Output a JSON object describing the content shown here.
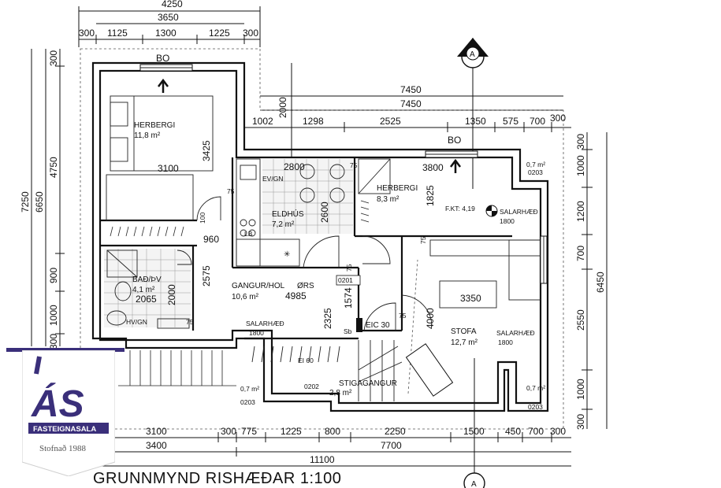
{
  "title": "GRUNNMYND RISHÆÐAR 1:100",
  "logo": {
    "brand": "ÁS",
    "sub": "FASTEIGNASALA",
    "founded": "Stofnað 1988",
    "color": "#3a2f7a"
  },
  "section_marker": "A",
  "top_dims": {
    "overall": "4250",
    "inner": "3650",
    "parts": [
      "300",
      "1125",
      "1300",
      "1225",
      "300"
    ],
    "right_a": "7450",
    "right_b": "7450",
    "right_parts": [
      "1002",
      "1298",
      "2525",
      "1350",
      "575",
      "700",
      "300"
    ],
    "vertical_2000": "2000"
  },
  "left_dims": {
    "outer": "7250",
    "inner": "6650",
    "parts": [
      "300",
      "4750",
      "900",
      "1000",
      "300"
    ]
  },
  "right_dims": {
    "outer": "6450",
    "parts": [
      "300",
      "1000",
      "1200",
      "700",
      "2550",
      "1000",
      "300"
    ]
  },
  "bottom_dims": {
    "row1": [
      "3100",
      "300",
      "775",
      "1225",
      "800",
      "2250",
      "1500",
      "450",
      "700",
      "300"
    ],
    "row2": [
      "3400",
      "7700"
    ],
    "overall": "11100"
  },
  "rooms": {
    "herbergi1": {
      "name": "HERBERGI",
      "area": "11,8 m²",
      "dim": "3100",
      "dim2": "3425"
    },
    "herbergi2": {
      "name": "HERBERGI",
      "area": "8,3 m²",
      "dim": "3800",
      "dim2": "1825"
    },
    "eldhus": {
      "name": "ELDHÚS",
      "area": "7,2 m²",
      "dim": "2800",
      "dim2": "2600"
    },
    "bad": {
      "name": "BAÐ/ÞV",
      "area": "4,1 m²",
      "dim": "2065",
      "dim2": "2000"
    },
    "gangur": {
      "name": "GANGUR/HOL",
      "extra": "ØRS",
      "area": "10,6 m²",
      "dim": "4985",
      "dim2": "2575"
    },
    "stofa": {
      "name": "STOFA",
      "area": "12,7 m²",
      "dim": "3350",
      "dim2": "4000"
    },
    "stigagangur": {
      "name": "STIGAGANGUR",
      "area": "2,8 m²",
      "code": "0202"
    }
  },
  "labels": {
    "bo_left": "BO",
    "bo_right": "BO",
    "evgn": "EV/GN",
    "hvgn": "HV/GN",
    "lb": "LB",
    "salarhaed": "SALARHÆÐ",
    "h1800": "1800",
    "fkt": "F.KT: 4,19",
    "area07": "0,7 m²",
    "code0203": "0203",
    "code0201": "0201",
    "eic30": "EIC 30",
    "ei60": "EI 60",
    "sb": "Sb",
    "n75": "75",
    "n960": "960",
    "n100": "100",
    "n1574": "1574",
    "n2325": "2325"
  }
}
